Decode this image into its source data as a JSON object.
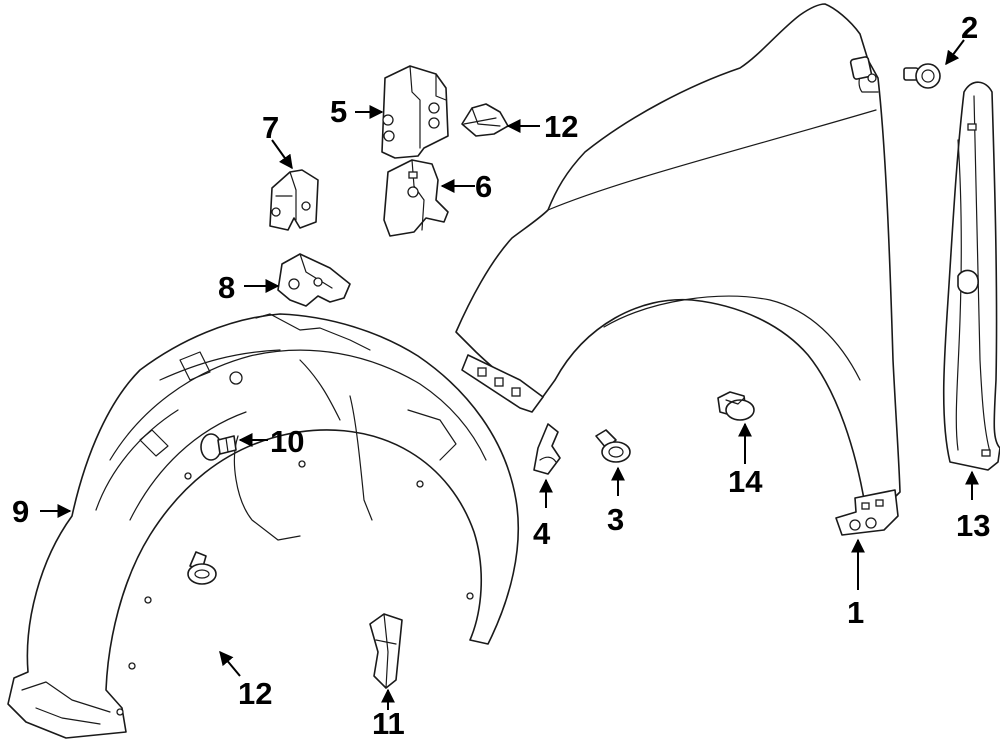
{
  "callouts": [
    {
      "id": "c1",
      "number": "1"
    },
    {
      "id": "c2",
      "number": "2"
    },
    {
      "id": "c3",
      "number": "3"
    },
    {
      "id": "c4",
      "number": "4"
    },
    {
      "id": "c5",
      "number": "5"
    },
    {
      "id": "c6",
      "number": "6"
    },
    {
      "id": "c7",
      "number": "7"
    },
    {
      "id": "c8",
      "number": "8"
    },
    {
      "id": "c9",
      "number": "9"
    },
    {
      "id": "c10",
      "number": "10"
    },
    {
      "id": "c11",
      "number": "11"
    },
    {
      "id": "c12a",
      "number": "12"
    },
    {
      "id": "c12b",
      "number": "12"
    },
    {
      "id": "c13",
      "number": "13"
    },
    {
      "id": "c14",
      "number": "14"
    }
  ]
}
